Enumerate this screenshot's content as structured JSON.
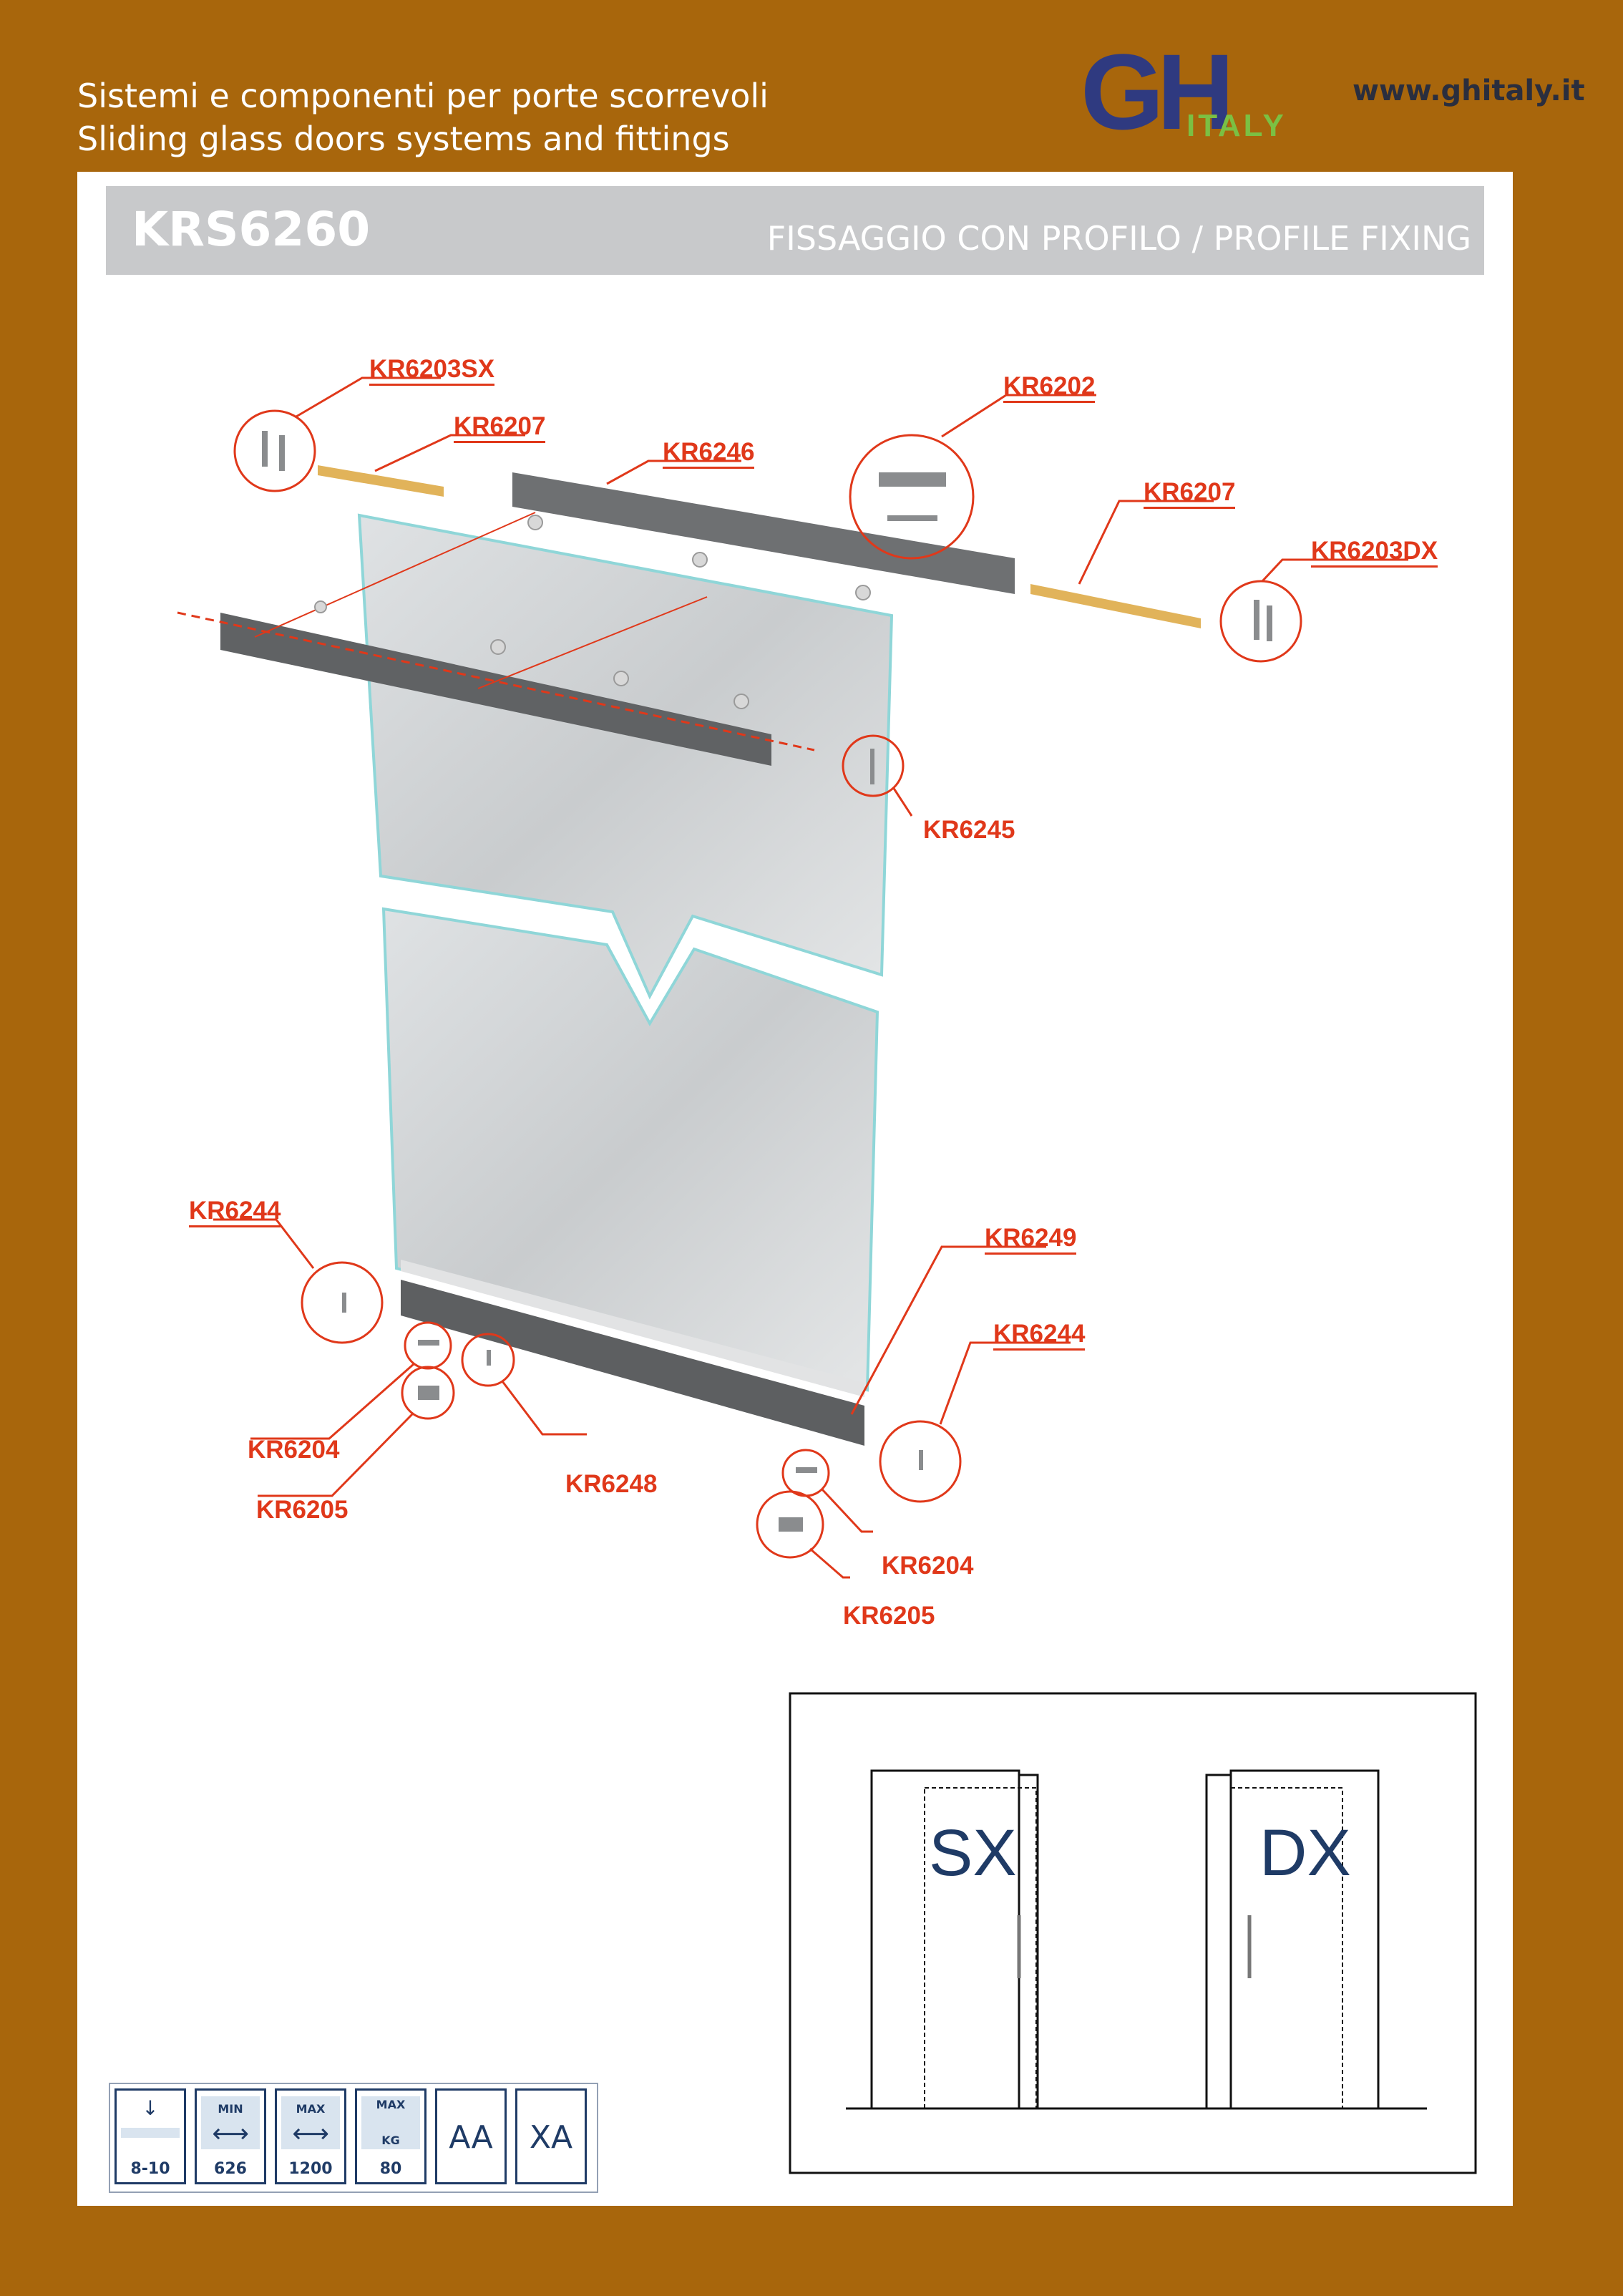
{
  "header": {
    "line1": "Sistemi e componenti per porte scorrevoli",
    "line2": "Sliding glass doors systems and fittings",
    "website": "www.ghitaly.it",
    "logo": {
      "main": "GH",
      "sub": "ITALY"
    }
  },
  "colors": {
    "background": "#a8660c",
    "label_red": "#e0381a",
    "navy": "#1f3b66",
    "logo_green": "#7bc043",
    "logo_blue": "#2f3a80"
  },
  "title": {
    "code": "KRS6260",
    "fixing": "FISSAGGIO CON PROFILO / PROFILE FIXING"
  },
  "labels": {
    "kr6203sx": "KR6203SX",
    "kr6207_left": "KR6207",
    "kr6246": "KR6246",
    "kr6202": "KR6202",
    "kr6207_right": "KR6207",
    "kr6203dx": "KR6203DX",
    "kr6245": "KR6245",
    "kr6244_left": "KR6244",
    "kr6249": "KR6249",
    "kr6244_right": "KR6244",
    "kr6204_left": "KR6204",
    "kr6205_left": "KR6205",
    "kr6248": "KR6248",
    "kr6204_right": "KR6204",
    "kr6205_right": "KR6205"
  },
  "sides": {
    "left": "SX",
    "right": "DX"
  },
  "specs": [
    {
      "icon": "glass-thickness-icon",
      "tag": "",
      "value": "8-10"
    },
    {
      "icon": "min-width-icon",
      "tag": "MIN",
      "value": "626"
    },
    {
      "icon": "max-width-icon",
      "tag": "MAX",
      "value": "1200"
    },
    {
      "icon": "max-weight-icon",
      "tag": "MAX",
      "sub": "KG",
      "value": "80"
    },
    {
      "icon": "aa-icon",
      "big": "AA"
    },
    {
      "icon": "xa-icon",
      "big": "XA"
    }
  ]
}
